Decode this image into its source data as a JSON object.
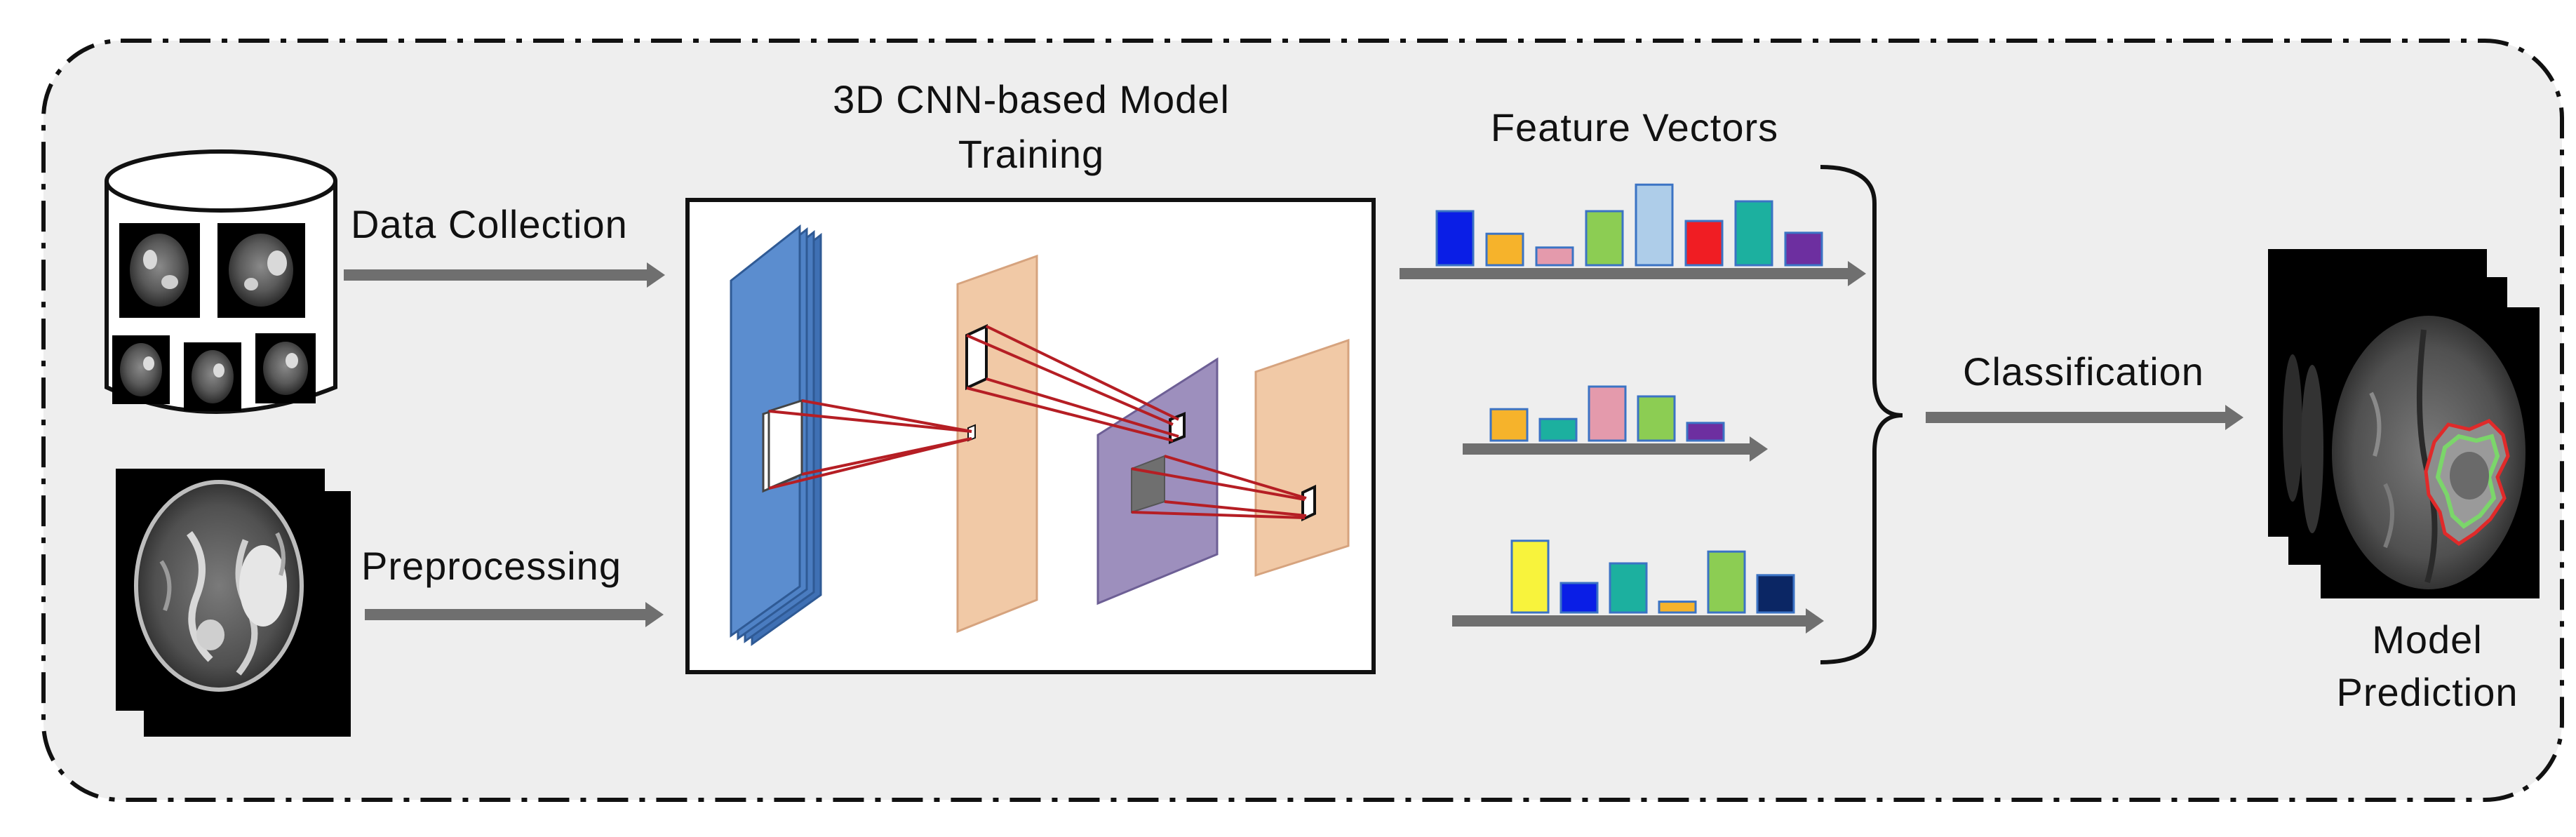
{
  "labels": {
    "data_collection": "Data Collection",
    "preprocessing": "Preprocessing",
    "cnn_title_line1": "3D CNN-based Model",
    "cnn_title_line2": "Training",
    "feature_vectors": "Feature Vectors",
    "classification": "Classification",
    "prediction_line1": "Model",
    "prediction_line2": "Prediction"
  },
  "colors": {
    "panel_background": "#eeeeee",
    "panel_border": "#111111",
    "arrow": "#6f6f6f",
    "cnn_input_volume": "#4f82c6",
    "cnn_feature_map": "#f1c9a6",
    "cnn_mid_map": "#9d8fbd",
    "kernel_lines": "#b51e24",
    "tumor_outline_outer": "#e02a2a",
    "tumor_outline_inner": "#7bd66a"
  },
  "icons": {
    "database": "database-cylinder-icon",
    "brain_scan": "brain-mri-icon"
  },
  "feature_vectors": [
    {
      "name": "vector-1",
      "bars": [
        {
          "color": "#0a1ee6",
          "value": 0.55
        },
        {
          "color": "#f6b32b",
          "value": 0.32
        },
        {
          "color": "#e49aac",
          "value": 0.18
        },
        {
          "color": "#8ccd53",
          "value": 0.55
        },
        {
          "color": "#aecde9",
          "value": 0.82
        },
        {
          "color": "#f01d23",
          "value": 0.45
        },
        {
          "color": "#1cb09f",
          "value": 0.65
        },
        {
          "color": "#6d2fa0",
          "value": 0.33
        }
      ]
    },
    {
      "name": "vector-2",
      "bars": [
        {
          "color": "#f6b32b",
          "value": 0.32
        },
        {
          "color": "#1cb09f",
          "value": 0.22
        },
        {
          "color": "#e49aac",
          "value": 0.55
        },
        {
          "color": "#8ccd53",
          "value": 0.45
        },
        {
          "color": "#6d2fa0",
          "value": 0.18
        }
      ]
    },
    {
      "name": "vector-3",
      "bars": [
        {
          "color": "#f8f33c",
          "value": 0.73
        },
        {
          "color": "#0a1ee6",
          "value": 0.3
        },
        {
          "color": "#1cb09f",
          "value": 0.5
        },
        {
          "color": "#f6b32b",
          "value": 0.11
        },
        {
          "color": "#8ccd53",
          "value": 0.62
        },
        {
          "color": "#0b2664",
          "value": 0.38
        }
      ]
    }
  ]
}
